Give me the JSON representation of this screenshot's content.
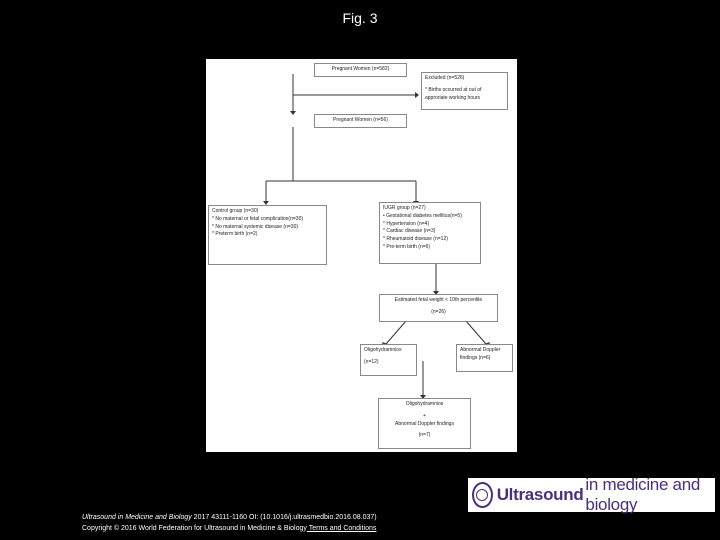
{
  "slide": {
    "title": "Fig. 3"
  },
  "flowchart": {
    "box_pregnant_women_top": {
      "text": "Pregnant Women (n=582)"
    },
    "box_excluded": {
      "lines": [
        "Excluded (n=526)",
        "* Births occurred at out of",
        "approriate working hours"
      ]
    },
    "box_pregnant_women_mid": {
      "text": "Pregnant Women (n=56)"
    },
    "box_control": {
      "lines": [
        "Control group (n=30)",
        "* No maternal or fetal complication(n=30)",
        "* No maternal systemic disease (n=30)",
        "* Preterm birth (n=2)"
      ]
    },
    "box_iugr": {
      "lines": [
        "IUGR group (n=27)",
        "• Gestational diabetes mellitus(n=5)",
        "* Hypertension (n=4)",
        "* Cardiac disease (n=3)",
        "* Rheumatoid disease (n=12)",
        "* Pre-term birth (n=6)"
      ]
    },
    "box_efw": {
      "lines": [
        "Estimated fetal weight < 10th percentile",
        "(n=26)"
      ]
    },
    "box_oligo": {
      "lines": [
        "Oligohydramnios",
        "(n=12)"
      ]
    },
    "box_doppler": {
      "lines": [
        "Abnormal Doppler",
        "findings (n=6)"
      ]
    },
    "box_combined": {
      "lines": [
        "Oligohydramnios",
        "+",
        "Abnormal Doppler findings",
        "(n=7)"
      ]
    }
  },
  "citation": {
    "journal": "Ultrasound in Medicine and Biology",
    "details": " 2017 43111-1160 OI: (10.1016/j.ultrasmedbio.2016.08.037)",
    "copyright": "Copyright © 2016 World Federation for Ultrasound in Medicine & Biology",
    "link": " Terms and Conditions"
  },
  "logo": {
    "word1": "Ultrasound",
    "word2": "in medicine and biology",
    "icon": "journal-seal-icon"
  },
  "colors": {
    "background": "#000000",
    "figure_background": "#ffffff",
    "logo_accent": "#4a2f7a"
  }
}
